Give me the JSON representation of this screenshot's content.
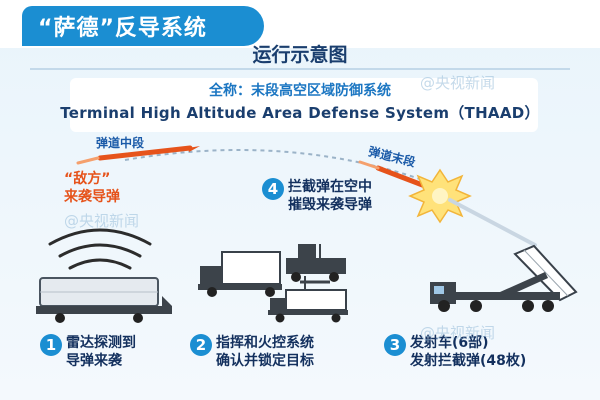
{
  "header": {
    "title": "“萨德”反导系统",
    "subtitle": "运行示意图"
  },
  "fullname": {
    "cn": "全称：末段高空区域防御系统",
    "en": "Terminal High Altitude Area Defense System（THAAD）"
  },
  "labels": {
    "midcourse": "弹道中段",
    "terminal": "弹道末段",
    "enemy_line1": "“敌方”",
    "enemy_line2": "来袭导弹"
  },
  "steps": [
    {
      "num": "1",
      "line1": "雷达探测到",
      "line2": "导弹来袭"
    },
    {
      "num": "2",
      "line1": "指挥和火控系统",
      "line2": "确认并锁定目标"
    },
    {
      "num": "3",
      "line1": "发射车(6部)",
      "line2": "发射拦截弹(48枚)"
    },
    {
      "num": "4",
      "line1": "拦截弹在空中",
      "line2": "摧毁来袭导弹"
    }
  ],
  "watermarks": [
    "@央视新闻",
    "@央视新闻",
    "@央视新闻"
  ],
  "colors": {
    "accent_blue": "#1b8ed2",
    "navy": "#13305e",
    "missile_red": "#e6531b",
    "background": "#e9f4fb"
  }
}
